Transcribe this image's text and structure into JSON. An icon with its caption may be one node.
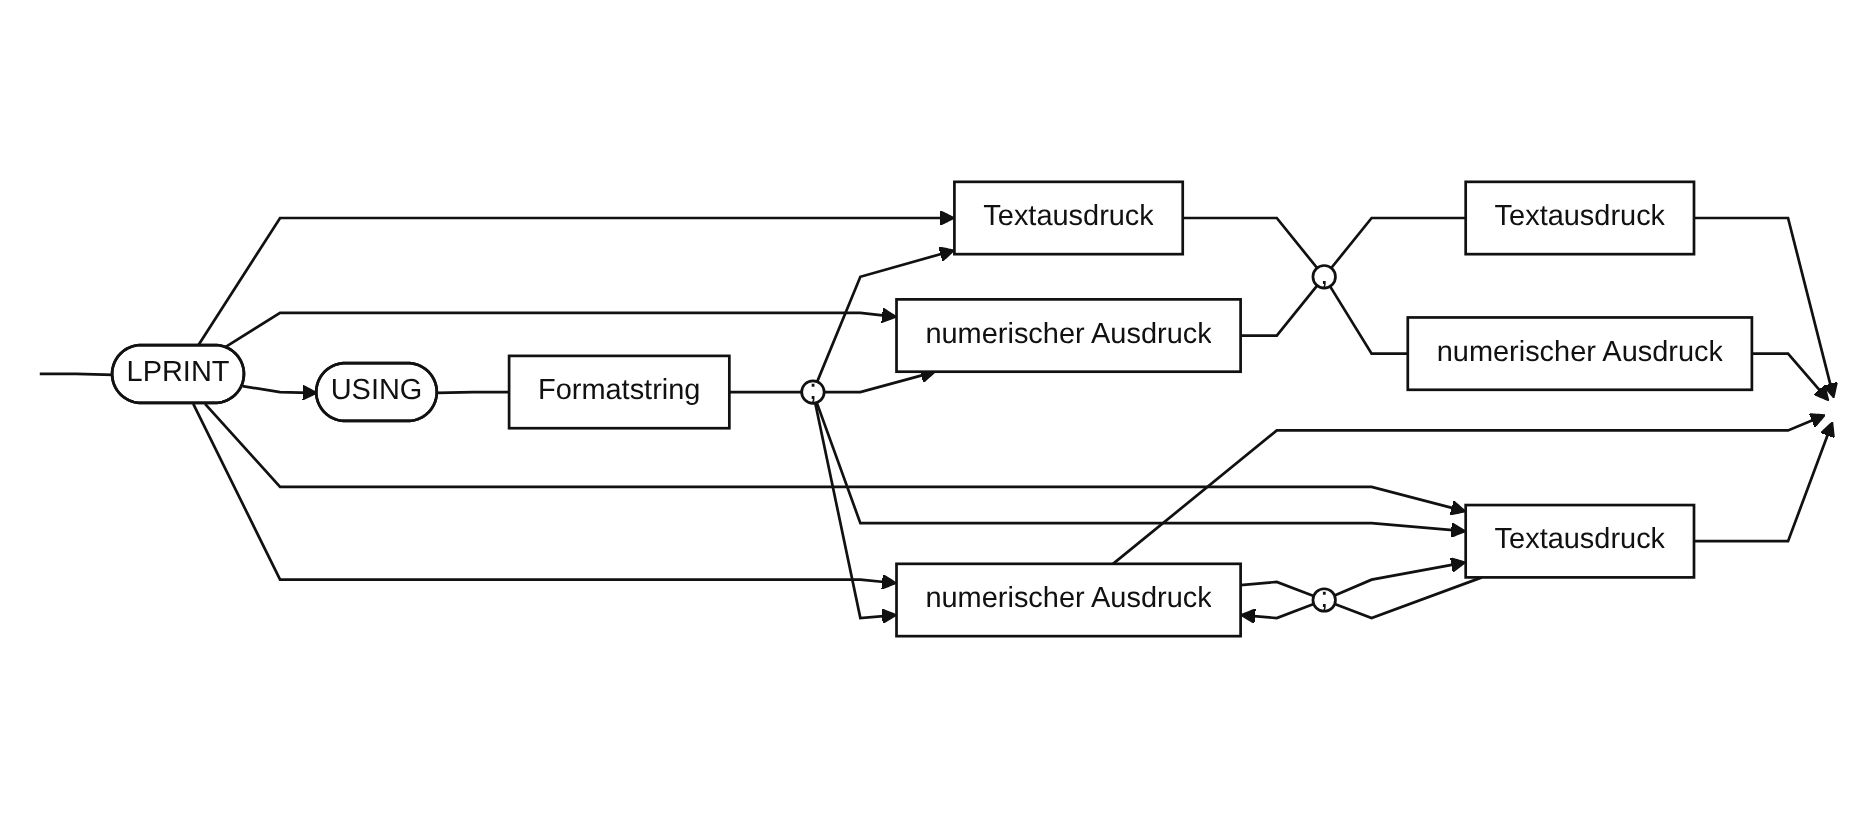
{
  "diagram": {
    "nodes": [
      {
        "text": [
          "LPRINT"
        ]
      },
      {
        "text": [
          "USING"
        ]
      },
      {
        "text": [
          "Formatstring"
        ]
      },
      {
        "text": [
          ";"
        ]
      },
      {
        "text": [
          "Textausdruck"
        ]
      },
      {
        "text": [
          "numerischer Ausdruck"
        ]
      },
      {
        "text": [
          ","
        ]
      },
      {
        "text": [
          "Textausdruck"
        ]
      },
      {
        "text": [
          "numerischer Ausdruck"
        ]
      },
      {
        "text": [
          "numerischer Ausdruck"
        ]
      },
      {
        "text": [
          "Textausdruck"
        ]
      },
      {
        "text": [
          ";"
        ]
      }
    ],
    "edges": [
      {
        "from": null,
        "to": 0,
        "arrow": "none"
      },
      {
        "from": 0,
        "to": 1,
        "arrow": "to"
      },
      {
        "from": 1,
        "to": 2,
        "arrow": "none"
      },
      {
        "from": 2,
        "to": 3,
        "arrow": "none"
      },
      {
        "from": 0,
        "to": 4,
        "arrow": "to"
      },
      {
        "from": 0,
        "to": 5,
        "arrow": "to"
      },
      {
        "from": 0,
        "to": 9,
        "arrow": "to"
      },
      {
        "from": 0,
        "to": 10,
        "arrow": "to"
      },
      {
        "from": 3,
        "to": 4,
        "arrow": "to"
      },
      {
        "from": 3,
        "to": 5,
        "arrow": "to"
      },
      {
        "from": 3,
        "to": 9,
        "arrow": "to"
      },
      {
        "from": 3,
        "to": 10,
        "arrow": "to"
      },
      {
        "from": 4,
        "to": 6,
        "arrow": "none"
      },
      {
        "from": 5,
        "to": 6,
        "arrow": "none"
      },
      {
        "from": 6,
        "to": 7,
        "arrow": "none"
      },
      {
        "from": 6,
        "to": 8,
        "arrow": "none"
      },
      {
        "from": 7,
        "to": null,
        "arrow": "to"
      },
      {
        "from": 8,
        "to": null,
        "arrow": "to"
      },
      {
        "from": 9,
        "to": null,
        "arrow": "to"
      },
      {
        "from": 10,
        "to": null,
        "arrow": "to"
      },
      {
        "from": 9,
        "to": 11,
        "arrow": "none"
      },
      {
        "from": 10,
        "to": 11,
        "arrow": "none"
      },
      {
        "from": 11,
        "to": 9,
        "arrow": "to"
      },
      {
        "from": 11,
        "to": 10,
        "arrow": "to"
      }
    ]
  }
}
